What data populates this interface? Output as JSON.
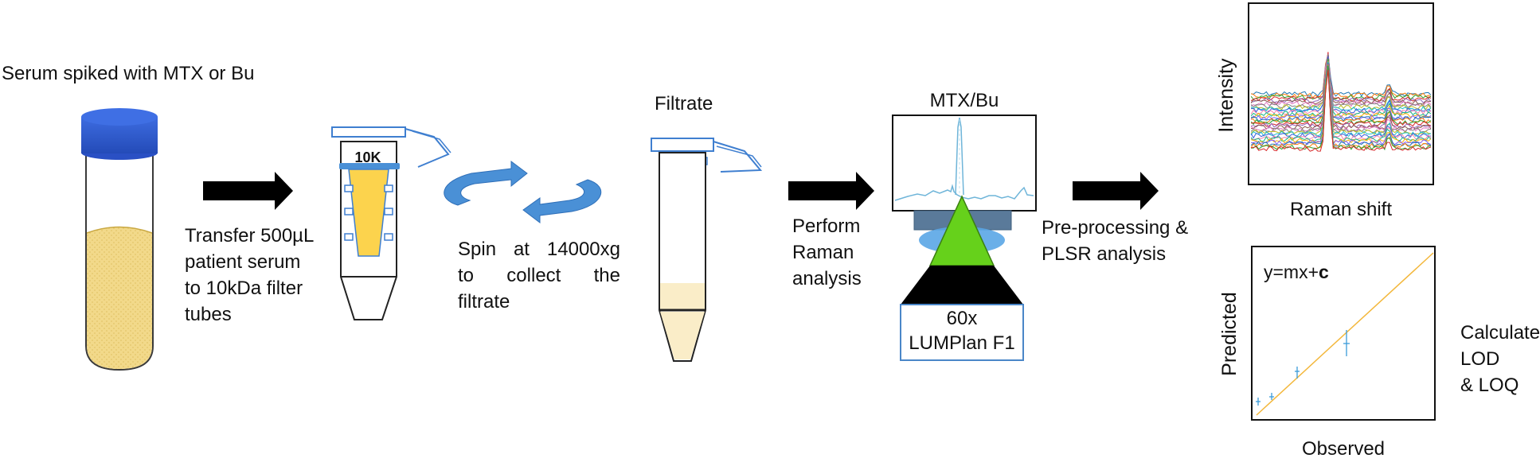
{
  "steps": {
    "serum": {
      "title": "Serum spiked with MTX or Bu"
    },
    "transfer": {
      "lines": [
        "Transfer 500µL",
        "patient serum",
        "to 10kDa filter",
        "tubes"
      ],
      "filter_label": "10K"
    },
    "spin": {
      "lines": [
        "Spin at 14000xg",
        "to collect the",
        "filtrate"
      ]
    },
    "filtrate": {
      "title": "Filtrate"
    },
    "raman": {
      "lines": [
        "Perform",
        "Raman",
        "analysis"
      ],
      "spectrum_title": "MTX/Bu",
      "objective_lines": [
        "60x",
        "LUMPlan F1"
      ]
    },
    "preprocessing": {
      "lines": [
        "Pre-processing &",
        "PLSR analysis"
      ]
    },
    "spectra_plot": {
      "ylabel": "Intensity",
      "xlabel": "Raman shift"
    },
    "regression_plot": {
      "ylabel": "Predicted",
      "xlabel": "Observed",
      "equation": "y=mx+",
      "equation_bold": "c"
    },
    "calculate": {
      "lines": [
        "Calculate",
        "LOD",
        "& LOQ"
      ]
    }
  },
  "colors": {
    "cap_blue": "#2f5bd3",
    "serum_yellow": "#f2d98a",
    "filter_yellow": "#fcd34d",
    "spin_blue": "#4a90d6",
    "objective_green": "#66d11b",
    "arrow_black": "#000000",
    "fit_line": "#f3b73b",
    "spectrum_cyan": "#6fb5d9"
  }
}
